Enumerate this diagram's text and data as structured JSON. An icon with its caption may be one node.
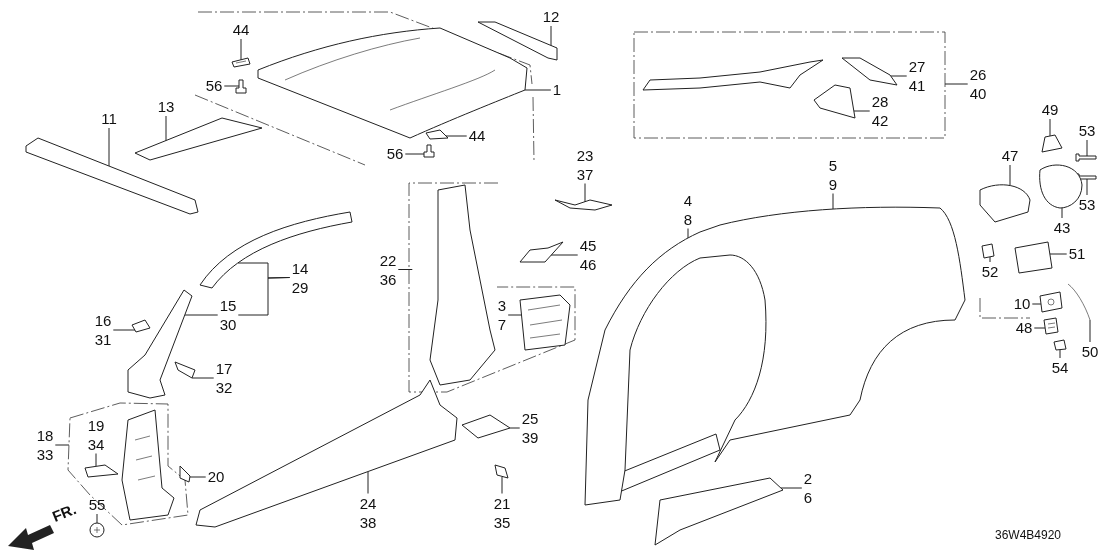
{
  "diagram": {
    "nodes": [
      {
        "text": [
          "44"
        ]
      },
      {
        "text": [
          "56"
        ]
      },
      {
        "text": [
          "12"
        ]
      },
      {
        "text": [
          "1"
        ]
      },
      {
        "text": [
          "11"
        ]
      },
      {
        "text": [
          "13"
        ]
      },
      {
        "text": [
          "44"
        ]
      },
      {
        "text": [
          "56"
        ]
      },
      {
        "text": [
          "27",
          "41"
        ],
        "in": 76
      },
      {
        "text": [
          "28",
          "42"
        ],
        "in": 76
      },
      {
        "text": [
          "26",
          "40"
        ]
      },
      {
        "text": [
          "23",
          "37"
        ]
      },
      {
        "text": [
          "45",
          "46"
        ]
      },
      {
        "text": [
          "22",
          "36"
        ]
      },
      {
        "text": [
          "14",
          "29"
        ]
      },
      {
        "text": [
          "15",
          "30"
        ]
      },
      {
        "text": [
          "16",
          "31"
        ]
      },
      {
        "text": [
          "17",
          "32"
        ]
      },
      {
        "text": [
          "3",
          "7"
        ]
      },
      {
        "text": [
          "5",
          "9"
        ]
      },
      {
        "text": [
          "4",
          "8"
        ]
      },
      {
        "text": [
          "47"
        ]
      },
      {
        "text": [
          "49"
        ]
      },
      {
        "text": [
          "53"
        ]
      },
      {
        "text": [
          "53"
        ]
      },
      {
        "text": [
          "43"
        ]
      },
      {
        "text": [
          "52"
        ]
      },
      {
        "text": [
          "51"
        ]
      },
      {
        "text": [
          "10"
        ]
      },
      {
        "text": [
          "48"
        ]
      },
      {
        "text": [
          "54"
        ]
      },
      {
        "text": [
          "50"
        ]
      },
      {
        "text": [
          "2",
          "6"
        ]
      },
      {
        "text": [
          "25",
          "39"
        ]
      },
      {
        "text": [
          "21",
          "35"
        ]
      },
      {
        "text": [
          "24",
          "38"
        ]
      },
      {
        "text": [
          "19",
          "34"
        ],
        "in": 77
      },
      {
        "text": [
          "18",
          "33"
        ]
      },
      {
        "text": [
          "20"
        ]
      },
      {
        "text": [
          "55"
        ]
      },
      {
        "text": [],
        "shape": "picture"
      },
      {
        "text": [],
        "shape": "picture"
      },
      {
        "text": [],
        "shape": "picture"
      },
      {
        "text": [],
        "shape": "picture"
      },
      {
        "text": [],
        "shape": "picture"
      },
      {
        "text": [],
        "shape": "picture"
      },
      {
        "text": [],
        "shape": "picture"
      },
      {
        "text": [],
        "shape": "picture",
        "in": 76
      },
      {
        "text": [],
        "shape": "picture",
        "in": 76
      },
      {
        "text": [],
        "shape": "picture"
      },
      {
        "text": [],
        "shape": "picture"
      },
      {
        "text": [],
        "shape": "picture"
      },
      {
        "text": [],
        "shape": "picture"
      },
      {
        "text": [],
        "shape": "picture"
      },
      {
        "text": [],
        "shape": "picture"
      },
      {
        "text": [],
        "shape": "picture"
      },
      {
        "text": [],
        "shape": "picture"
      },
      {
        "text": [],
        "shape": "picture"
      },
      {
        "text": [],
        "shape": "picture"
      },
      {
        "text": [],
        "shape": "picture"
      },
      {
        "text": [],
        "shape": "picture"
      },
      {
        "text": [],
        "shape": "picture"
      },
      {
        "text": [],
        "shape": "picture"
      },
      {
        "text": [],
        "shape": "picture"
      },
      {
        "text": [],
        "shape": "picture"
      },
      {
        "text": [],
        "shape": "picture"
      },
      {
        "text": [],
        "shape": "picture"
      },
      {
        "text": [],
        "shape": "picture"
      },
      {
        "text": [],
        "shape": "picture"
      },
      {
        "text": [],
        "shape": "picture"
      },
      {
        "text": [],
        "shape": "picture"
      },
      {
        "text": [],
        "shape": "picture"
      },
      {
        "text": [],
        "shape": "picture",
        "in": 77
      },
      {
        "text": [],
        "shape": "picture",
        "in": 77
      },
      {
        "text": [],
        "shape": "picture"
      },
      {
        "text": [],
        "shape": "picture",
        "in": 77
      },
      {
        "text": [],
        "shape": "box"
      },
      {
        "text": [],
        "shape": "box"
      },
      {
        "text": [],
        "shape": "picture"
      }
    ],
    "edges": [
      {
        "from": 0,
        "to": 40,
        "arrow": "none"
      },
      {
        "from": 1,
        "to": 41,
        "arrow": "none"
      },
      {
        "from": 2,
        "to": 42,
        "arrow": "none"
      },
      {
        "from": 3,
        "to": 78,
        "arrow": "none"
      },
      {
        "from": 4,
        "to": 43,
        "arrow": "none"
      },
      {
        "from": 5,
        "to": 44,
        "arrow": "none"
      },
      {
        "from": 6,
        "to": 45,
        "arrow": "none"
      },
      {
        "from": 7,
        "to": 46,
        "arrow": "none"
      },
      {
        "from": 8,
        "to": 47,
        "arrow": "none"
      },
      {
        "from": 9,
        "to": 48,
        "arrow": "none"
      },
      {
        "from": 10,
        "to": 76,
        "arrow": "none"
      },
      {
        "from": 11,
        "to": 49,
        "arrow": "none"
      },
      {
        "from": 12,
        "to": 50,
        "arrow": "none"
      },
      {
        "from": 13,
        "to": null,
        "arrow": "none"
      },
      {
        "from": 14,
        "to": 51,
        "arrow": "none"
      },
      {
        "from": 14,
        "to": 15,
        "arrow": "none"
      },
      {
        "from": 15,
        "to": 52,
        "arrow": "none"
      },
      {
        "from": 16,
        "to": 53,
        "arrow": "none"
      },
      {
        "from": 17,
        "to": 54,
        "arrow": "none"
      },
      {
        "from": 18,
        "to": 55,
        "arrow": "none"
      },
      {
        "from": 19,
        "to": 56,
        "arrow": "none"
      },
      {
        "from": 20,
        "to": 56,
        "arrow": "none"
      },
      {
        "from": 21,
        "to": 57,
        "arrow": "none"
      },
      {
        "from": 22,
        "to": 58,
        "arrow": "none"
      },
      {
        "from": 23,
        "to": 59,
        "arrow": "none"
      },
      {
        "from": 24,
        "to": 60,
        "arrow": "none"
      },
      {
        "from": 25,
        "to": 61,
        "arrow": "none"
      },
      {
        "from": 26,
        "to": 62,
        "arrow": "none"
      },
      {
        "from": 27,
        "to": 63,
        "arrow": "none"
      },
      {
        "from": 28,
        "to": 64,
        "arrow": "none"
      },
      {
        "from": 29,
        "to": 65,
        "arrow": "none"
      },
      {
        "from": 30,
        "to": 66,
        "arrow": "none"
      },
      {
        "from": 31,
        "to": 67,
        "arrow": "none"
      },
      {
        "from": 32,
        "to": 68,
        "arrow": "none"
      },
      {
        "from": 33,
        "to": 69,
        "arrow": "none"
      },
      {
        "from": 34,
        "to": 70,
        "arrow": "none"
      },
      {
        "from": 35,
        "to": 71,
        "arrow": "none"
      },
      {
        "from": 36,
        "to": 72,
        "arrow": "none"
      },
      {
        "from": 37,
        "to": 77,
        "arrow": "none"
      },
      {
        "from": 38,
        "to": 75,
        "arrow": "none"
      },
      {
        "from": 39,
        "to": 74,
        "arrow": "none"
      }
    ],
    "labels": [
      "FR.",
      "36W4B4920"
    ]
  }
}
